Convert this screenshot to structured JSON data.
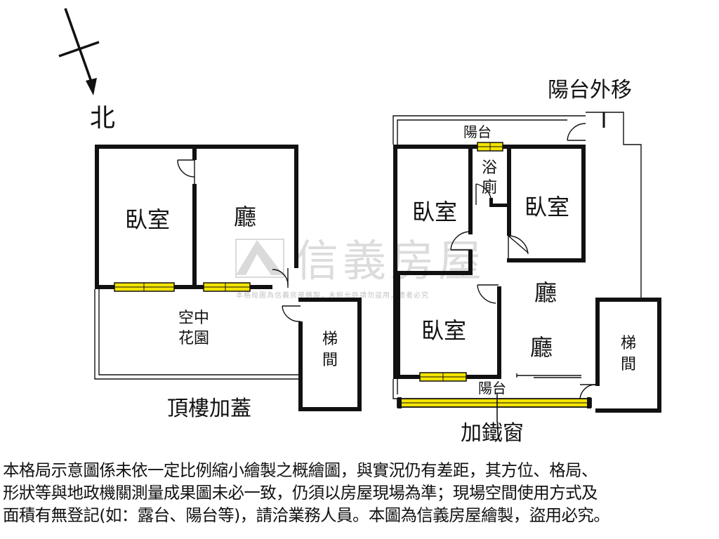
{
  "compass": {
    "north_label": "北"
  },
  "watermark": {
    "brand": "信義房屋",
    "small_text": "本格局圖為信義房屋繪製，未經允許請勿盜用，違者必究"
  },
  "left_plan": {
    "title": "頂樓加蓋",
    "rooms": {
      "bedroom": "臥室",
      "living": "廳",
      "garden_line1": "空中",
      "garden_line2": "花園",
      "stair_line1": "梯",
      "stair_line2": "間"
    }
  },
  "right_plan": {
    "balcony_moved": "陽台外移",
    "balcony_top": "陽台",
    "bath_line1": "浴",
    "bath_line2": "廁",
    "bedroom_a": "臥室",
    "bedroom_b": "臥室",
    "bedroom_c": "臥室",
    "living_a": "廳",
    "living_b": "廳",
    "stair_line1": "梯",
    "stair_line2": "間",
    "balcony_bottom": "陽台",
    "iron_window": "加鐵窗"
  },
  "disclaimer": {
    "line1": "本格局示意圖係未依一定比例縮小繪製之概繪圖，與實況仍有差距，其方位、格局、",
    "line2": "形狀等與地政機關測量成果圖未必一致，仍須以房屋現場為準；現場空間使用方式及",
    "line3": "面積有無登記(如：露台、陽台等)，請洽業務人員。本圖為信義房屋繪製，盜用必究。"
  },
  "colors": {
    "wall": "#111111",
    "window_fill": "#f4e400",
    "watermark": "#d9d9d9"
  }
}
